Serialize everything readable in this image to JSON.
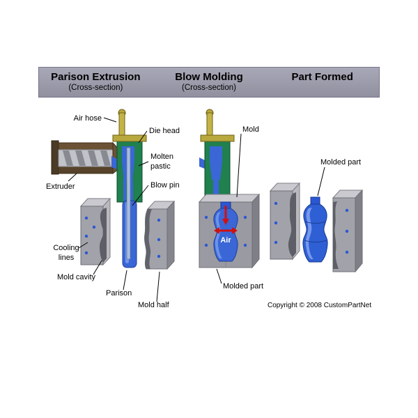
{
  "header": {
    "bg": "#9a9aab",
    "sections": [
      {
        "title": "Parison Extrusion",
        "subtitle": "(Cross-section)"
      },
      {
        "title": "Blow Molding",
        "subtitle": "(Cross-section)"
      },
      {
        "title": "Part Formed",
        "subtitle": ""
      }
    ]
  },
  "labels": {
    "air_hose": "Air hose",
    "die_head": "Die head",
    "molten_line1": "Molten",
    "molten_line2": "pastic",
    "blow_pin": "Blow pin",
    "extruder": "Extruder",
    "cooling_line1": "Cooling",
    "cooling_line2": "lines",
    "mold_cavity": "Mold cavity",
    "parison": "Parison",
    "mold_half": "Mold half",
    "mold": "Mold",
    "air": "Air",
    "molded_part": "Molded part"
  },
  "copyright": "Copyright © 2008 CustomPartNet",
  "colors": {
    "header_gray": "#9a9aab",
    "plastic_blue": "#3a66d6",
    "bottle_blue": "#2f5fd4",
    "die_green": "#20804e",
    "pipe_yellow": "#b9a83e",
    "mold_gray": "#a2a2aa",
    "arrow_red": "#d01010"
  }
}
